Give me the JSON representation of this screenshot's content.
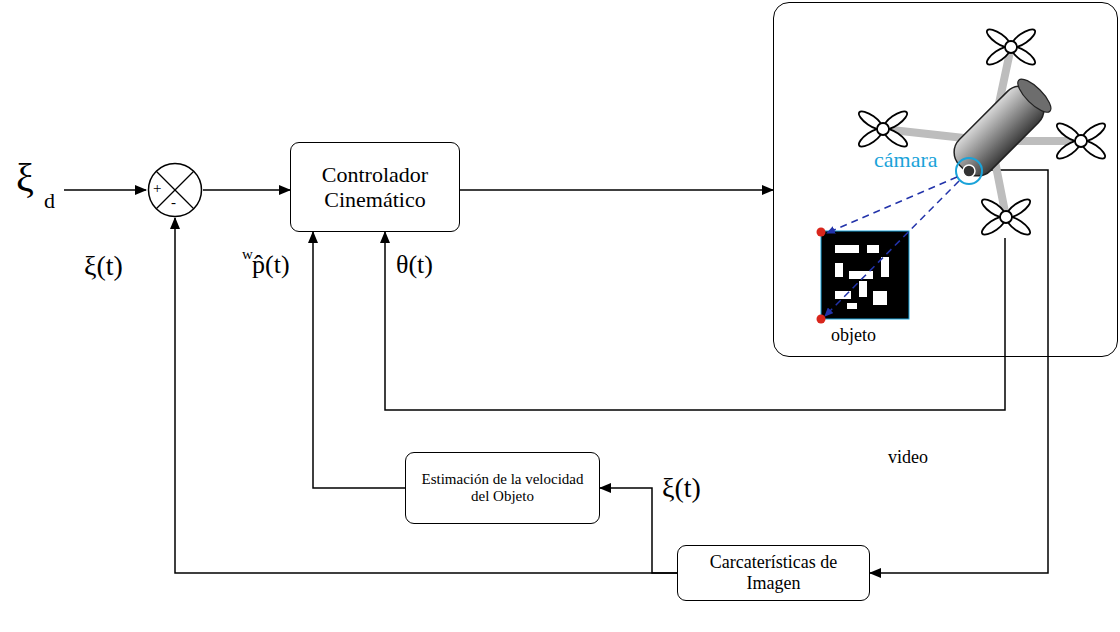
{
  "diagram": {
    "nodes": [
      {
        "text": [
          "+",
          "-"
        ]
      },
      {
        "text": [
          "Controlador Cinemático"
        ]
      },
      {
        "text": [
          "cámara",
          "objeto"
        ]
      },
      {
        "text": [
          "Estimación de la velocidad del Objeto"
        ]
      },
      {
        "text": [
          "Carcaterísticas de Imagen"
        ]
      }
    ],
    "edges": [
      {
        "from": 0,
        "to": 1,
        "arrow": "to"
      },
      {
        "from": 1,
        "to": 2,
        "arrow": "to"
      },
      {
        "from": 2,
        "to": 1,
        "arrow": "to"
      },
      {
        "from": 2,
        "to": 4,
        "arrow": "to"
      },
      {
        "from": 4,
        "to": 0,
        "arrow": "to"
      },
      {
        "from": 4,
        "to": 3,
        "arrow": "to"
      },
      {
        "from": 3,
        "to": 1,
        "arrow": "to"
      }
    ],
    "labels": [
      "ξ",
      "d",
      "ξ(t)",
      "w",
      "p̂(t)",
      "θ(t)",
      "ξ(t)",
      "video"
    ]
  }
}
